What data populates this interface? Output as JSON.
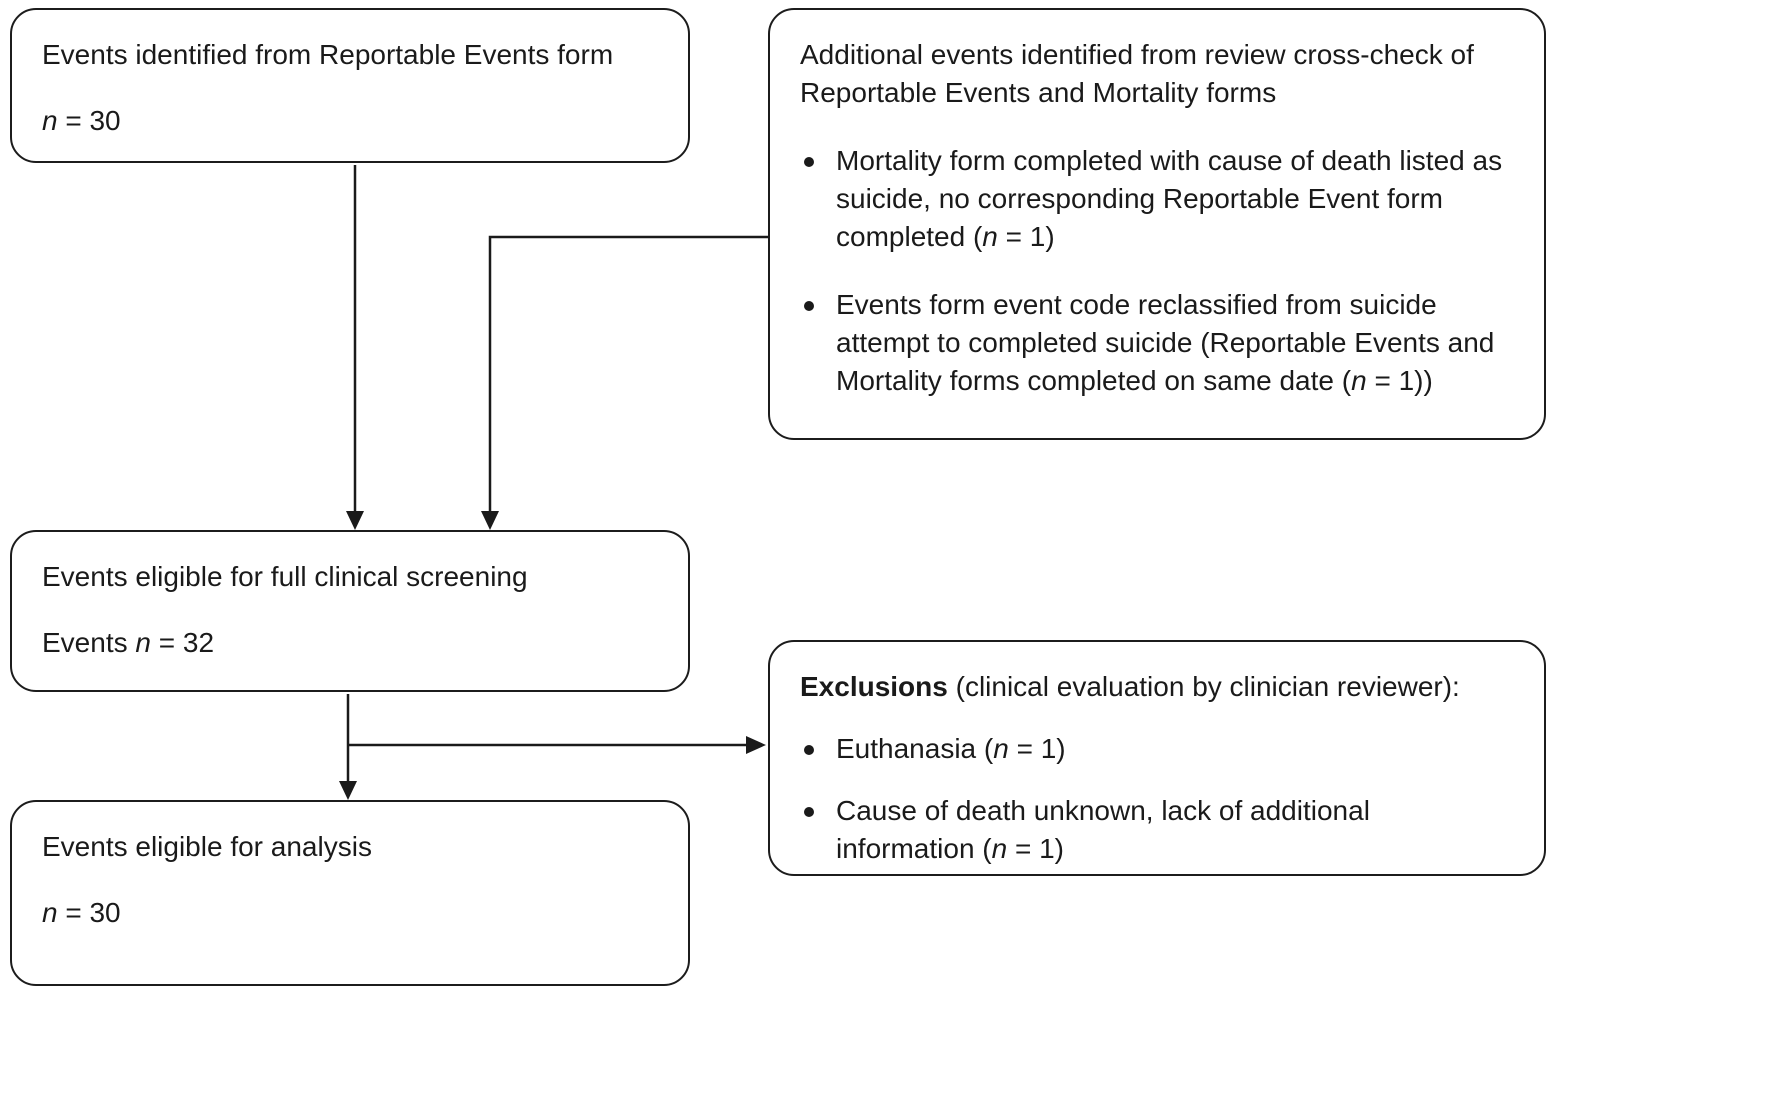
{
  "colors": {
    "border": "#1c1c1c",
    "text": "#1a1a1a",
    "background": "#ffffff"
  },
  "boxes": {
    "identified": {
      "title": "Events identified from Reportable Events form",
      "count_prefix": "",
      "count_italic": "n",
      "count_rest": " = 30"
    },
    "additional": {
      "title": "Additional events identified from review cross-check of Reportable Events and Mortality forms",
      "bullets": [
        {
          "pre": "Mortality form completed with cause of death listed as suicide, no corresponding Reportable Event form completed (",
          "italic": "n",
          "post": " = 1)"
        },
        {
          "pre": "Events form event code reclassified from suicide attempt to completed suicide (Reportable Events and Mortality forms completed on same date (",
          "italic": "n",
          "post": " = 1))"
        }
      ]
    },
    "screening": {
      "title": "Events eligible for full clinical screening",
      "count_prefix": "Events ",
      "count_italic": "n",
      "count_rest": " = 32"
    },
    "exclusions": {
      "heading_bold": "Exclusions",
      "heading_rest": " (clinical evaluation by clinician reviewer):",
      "bullets": [
        {
          "pre": "Euthanasia (",
          "italic": "n",
          "post": " = 1)"
        },
        {
          "pre": "Cause of death unknown, lack of additional information (",
          "italic": "n",
          "post": " = 1)"
        }
      ]
    },
    "analysis": {
      "title": "Events eligible for analysis",
      "count_prefix": "",
      "count_italic": "n",
      "count_rest": " = 30"
    }
  }
}
